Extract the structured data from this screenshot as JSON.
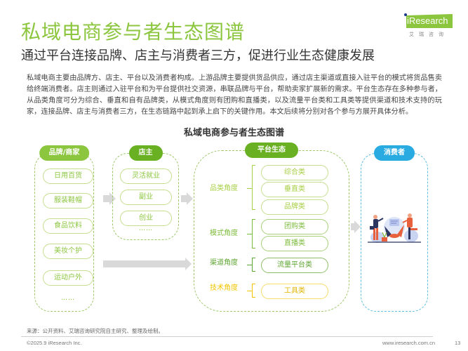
{
  "header": {
    "title": "私域电商参与者生态图谱",
    "subtitle": "通过平台连接品牌、店主与消费者三方，促进行业生态健康发展",
    "logo": {
      "brand": "iResearch",
      "cn": "艾瑞咨询"
    }
  },
  "body_text": "私域电商主要由品牌方、店主、平台以及消费者构成。上游品牌主要提供货品供应，通过店主渠道或直接入驻平台的模式将货品售卖给终端消费者。店主则通过入驻平台和为平台提供社交资源，串联品牌与平台，帮助卖家扩展新的需求。平台生态存在多种参与者，从品类角度可分为综合、垂直和自有品牌类，从模式角度则有团购和直播类，以及流量平台类和工具类等提供渠道和技术支持的玩家，连接品牌、店主与消费者三方，在生态链路中起到承上启下的关键作用。本文后续将分别对各个参与方展开具体分析。",
  "diagram": {
    "title": "私域电商参与者生态图谱",
    "brands": {
      "header": "品牌/商家",
      "items": [
        "日用百货",
        "服装鞋帽",
        "食品饮料",
        "美妆个护",
        "运动户外"
      ],
      "more": "……"
    },
    "store_owner": {
      "header": "店主",
      "items": [
        "灵活就业",
        "副业",
        "创业"
      ],
      "more": "……"
    },
    "platform": {
      "header": "平台生态",
      "groups": [
        {
          "label": "品类角度",
          "color": "#a8cf45",
          "items": [
            "综合类",
            "垂直类",
            "品牌类"
          ]
        },
        {
          "label": "模式角度",
          "color": "#7dbb3c",
          "items": [
            "团购类",
            "直播类"
          ]
        },
        {
          "label": "渠道角度",
          "color": "#5fa532",
          "items": [
            "流量平台类"
          ]
        },
        {
          "label": "技术角度",
          "color": "#f2c500",
          "items": [
            "工具类"
          ]
        }
      ]
    },
    "consumer": {
      "header": "消费者",
      "illustration": "business-handshake-illustration"
    }
  },
  "footer": {
    "source": "来源：公开资料、艾瑞咨询研究院自主研究、整理及绘制。",
    "copyright": "©2025.9 iResearch Inc.",
    "url": "www.iresearch.com.cn",
    "page": "13"
  },
  "colors": {
    "brand_green": "#8cc63f",
    "dark_green": "#6ab023",
    "consumer_blue": "#29abe2",
    "arrow_gray": "#d9d9d9"
  }
}
